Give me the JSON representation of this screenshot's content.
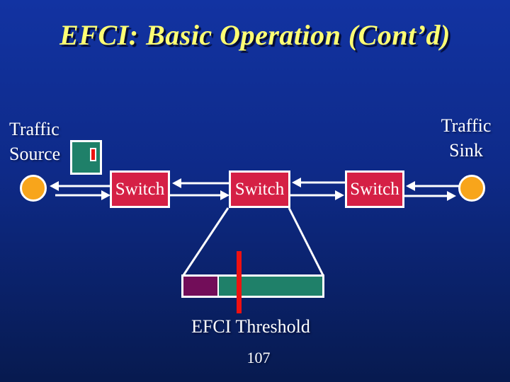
{
  "slide": {
    "title": "EFCI: Basic Operation (Cont’d)",
    "page_number": "107"
  },
  "diagram": {
    "source_label": {
      "line1": "Traffic",
      "line2": "Source"
    },
    "sink_label": {
      "line1": "Traffic",
      "line2": "Sink"
    },
    "switches": [
      {
        "label": "Switch"
      },
      {
        "label": "Switch"
      },
      {
        "label": "Switch"
      }
    ],
    "threshold_label": "EFCI Threshold",
    "icons": {
      "cell_icon": "data-cell-with-efci-bit",
      "source_node": "orange-circle",
      "sink_node": "orange-circle"
    },
    "colors": {
      "background_top": "#1233a2",
      "background_bottom": "#071a4f",
      "title_text": "#ffff73",
      "label_text": "#ffffff",
      "switch_fill": "#d52045",
      "buffer_head_fill": "#720d59",
      "buffer_queue_fill": "#1f8069",
      "threshold_line": "#ee1111",
      "node_fill": "#f8a51b",
      "wire": "#ffffff"
    }
  }
}
